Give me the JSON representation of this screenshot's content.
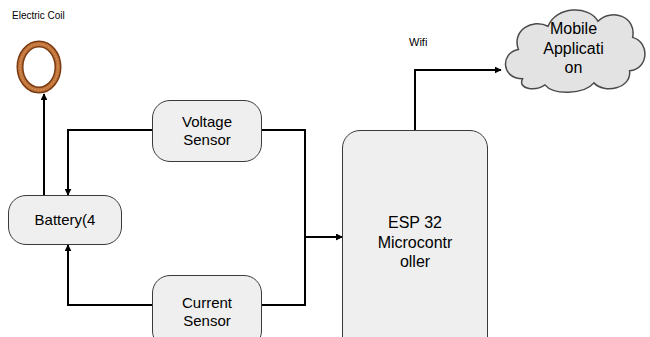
{
  "diagram": {
    "nodes": [
      {
        "text": [
          "Electric Coil"
        ]
      },
      {
        "text": [
          "Voltage Sensor"
        ]
      },
      {
        "text": [
          "Battery(4"
        ]
      },
      {
        "text": [
          "Current Sensor"
        ]
      },
      {
        "text": [
          "ESP 32 Microcontr oller"
        ]
      },
      {
        "text": [
          "Mobile Applicati on"
        ]
      }
    ],
    "edges": [
      {
        "from": 2,
        "to": 0,
        "arrow": "to"
      },
      {
        "from": 1,
        "to": 2,
        "arrow": "to"
      },
      {
        "from": 3,
        "to": 2,
        "arrow": "to"
      },
      {
        "from": 1,
        "to": 4,
        "arrow": "to"
      },
      {
        "from": 3,
        "to": 4,
        "arrow": "to"
      },
      {
        "from": 4,
        "to": 5,
        "label": "Wifi",
        "arrow": "to"
      }
    ]
  }
}
